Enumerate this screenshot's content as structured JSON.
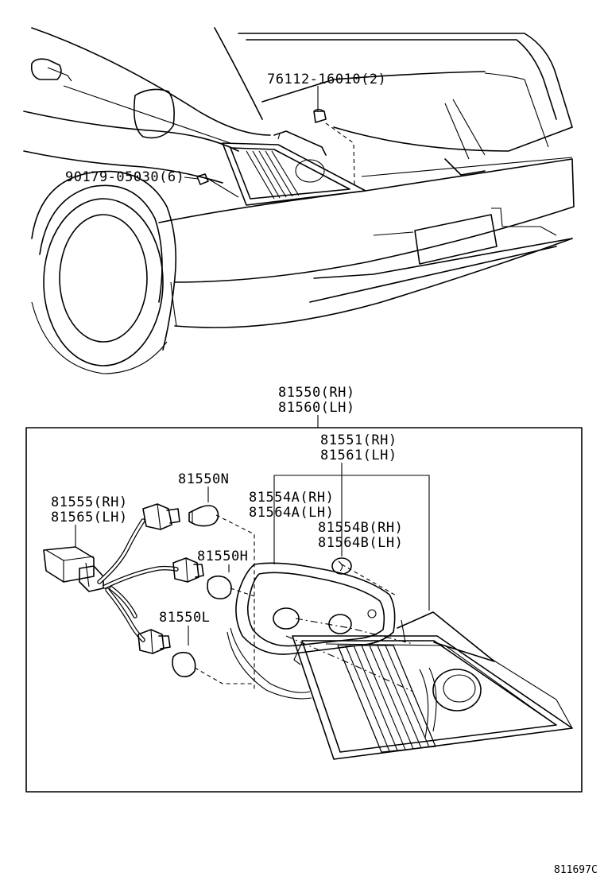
{
  "labels": {
    "bolt_part": "76112-16010(2)",
    "screw_part": "90179-05030(6)",
    "assembly_rh": "81550(RH)",
    "assembly_lh": "81560(LH)",
    "lens_rh": "81551(RH)",
    "lens_lh": "81561(LH)",
    "bulb_n": "81550N",
    "socket_rh": "81555(RH)",
    "socket_lh": "81565(LH)",
    "gasket_a_rh": "81554A(RH)",
    "gasket_a_lh": "81564A(LH)",
    "gasket_b_rh": "81554B(RH)",
    "gasket_b_lh": "81564B(LH)",
    "bulb_h": "81550H",
    "bulb_l": "81550L",
    "diagram_code": "811697C"
  }
}
